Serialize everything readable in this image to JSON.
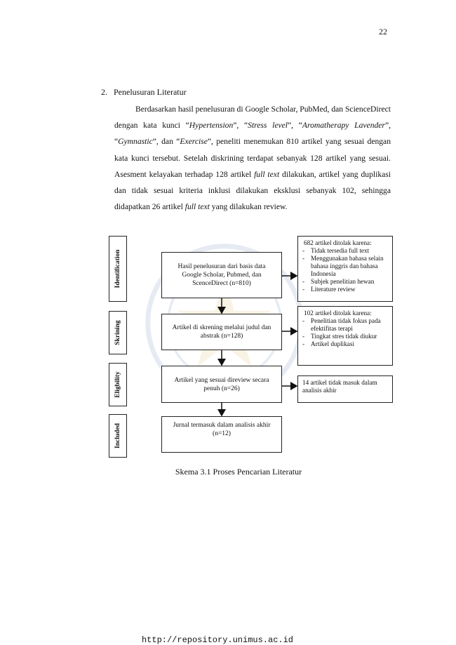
{
  "page_number": "22",
  "section": {
    "heading": "2.   Penelusuran Literatur"
  },
  "paragraph": {
    "p1": "Berdasarkan hasil penelusuran di Google Scholar, PubMed, dan ScienceDirect dengan kata kunci “",
    "k1": "Hypertension",
    "p2": "”, “",
    "k2": "Stress level",
    "p3": "”, “",
    "k3": "Aromatherapy Lavender",
    "p4": "”, “",
    "k4": "Gymnastic",
    "p5": "”, dan “",
    "k5": "Exercise",
    "p6": "”, peneliti menemukan 810 artikel yang sesuai dengan kata kunci tersebut. Setelah diskrining terdapat sebanyak 128 artikel yang sesuai. Asesment kelayakan terhadap 128 artikel ",
    "k6": "full text",
    "p7": " dilakukan, artikel yang duplikasi dan tidak sesuai kriteria inklusi dilakukan eksklusi sebanyak 102, sehingga didapatkan 26 artikel ",
    "k7": "full text",
    "p8": " yang dilakukan review."
  },
  "flowchart": {
    "stages": [
      "Identification",
      "Skrining",
      "Eligbility",
      "Included"
    ],
    "main_boxes": [
      "Hasil penelusuran dari basis data Google Scholar, Pubmed, dan ScenceDirect (n=810)",
      "Artikel di skrening melalui judul dan abstrak (n=128)",
      "Artikel yang sesuai direview secara penuh (n=26)",
      "Jurnal termasuk dalam analisis akhir (n=12)"
    ],
    "exclusion_1": {
      "head": "682 artikel ditolak karena:",
      "items": [
        "Tidak tersedia full text",
        "Menggunakan bahasa selain bahasa inggris dan bahasa Indonesia",
        "Subjek penelitian hewan",
        "Literature review"
      ]
    },
    "exclusion_2": {
      "head": "102 artikel ditolak karena:",
      "items": [
        "Penelitian tidak fokus pada efektifitas terapi",
        "Tingkat stres tidak diukur",
        "Artikel duplikasi"
      ]
    },
    "exclusion_3": "14 artikel tidak masuk dalam analisis akhir"
  },
  "caption": "Skema 3.1 Proses Pencarian Literatur",
  "footer": "http://repository.unimus.ac.id"
}
